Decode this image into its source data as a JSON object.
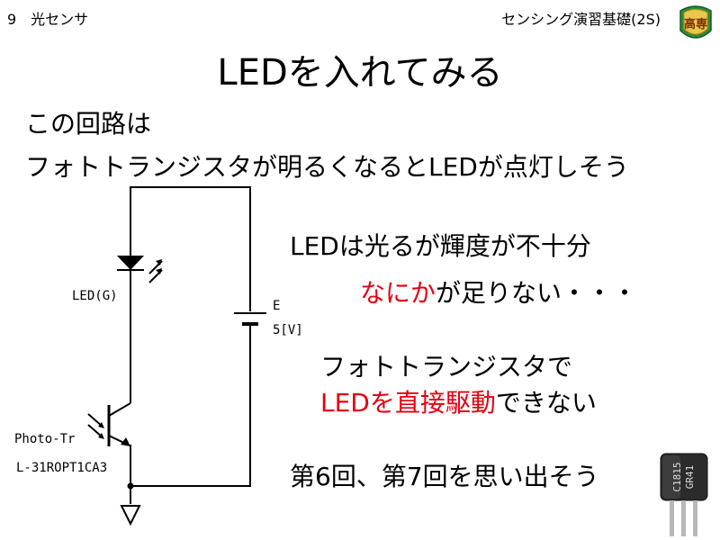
{
  "header": {
    "chapter": "9　光センサ",
    "course": "センシング演習基礎(2S)",
    "logo_text": "高専"
  },
  "slide": {
    "title": "LEDを入れてみる",
    "intro_line1": "この回路は",
    "intro_line2": "フォトトランジスタが明るくなるとLEDが点灯しそう"
  },
  "circuit": {
    "led_label": "LED(G)",
    "source_label": "E",
    "source_value": "5[V]",
    "transistor_label": "Photo-Tr",
    "transistor_part": "L-31ROPT1CA3"
  },
  "points": {
    "p1": "LEDは光るが輝度が不十分",
    "p2_red": "なにか",
    "p2_rest": "が足りない・・・",
    "p3": "フォトトランジスタで",
    "p4_red": "LEDを直接駆動",
    "p4_rest": "できない",
    "p5": "第6回、第7回を思い出そう"
  },
  "photo": {
    "marking_line1": "C1815",
    "marking_line2": "GR41"
  },
  "colors": {
    "emphasis": "#e60012"
  }
}
